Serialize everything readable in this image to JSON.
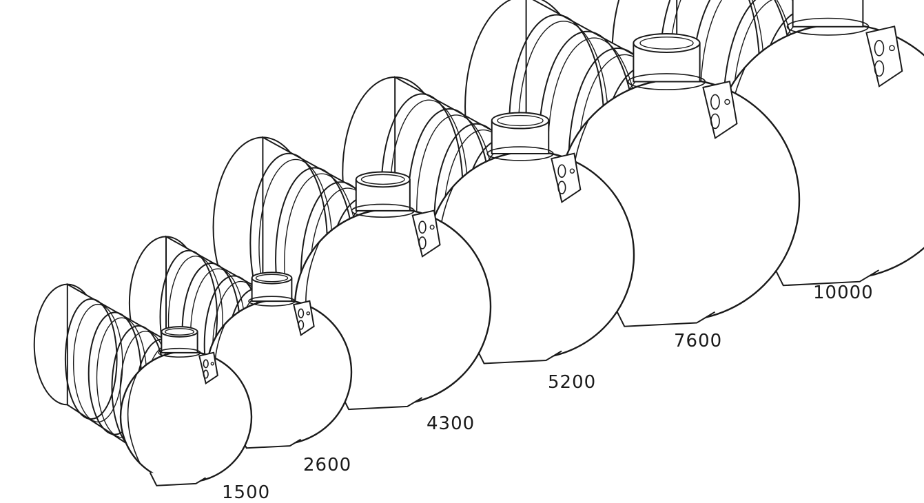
{
  "illustration": {
    "tanks": [
      {
        "id": "tank-1500",
        "label": "1500"
      },
      {
        "id": "tank-2600",
        "label": "2600"
      },
      {
        "id": "tank-4300",
        "label": "4300"
      },
      {
        "id": "tank-5200",
        "label": "5200"
      },
      {
        "id": "tank-7600",
        "label": "7600"
      },
      {
        "id": "tank-10000",
        "label": "10000"
      }
    ],
    "colors": {
      "line": "#1a1a1a",
      "fill": "#ffffff",
      "background": "#ffffff"
    }
  }
}
